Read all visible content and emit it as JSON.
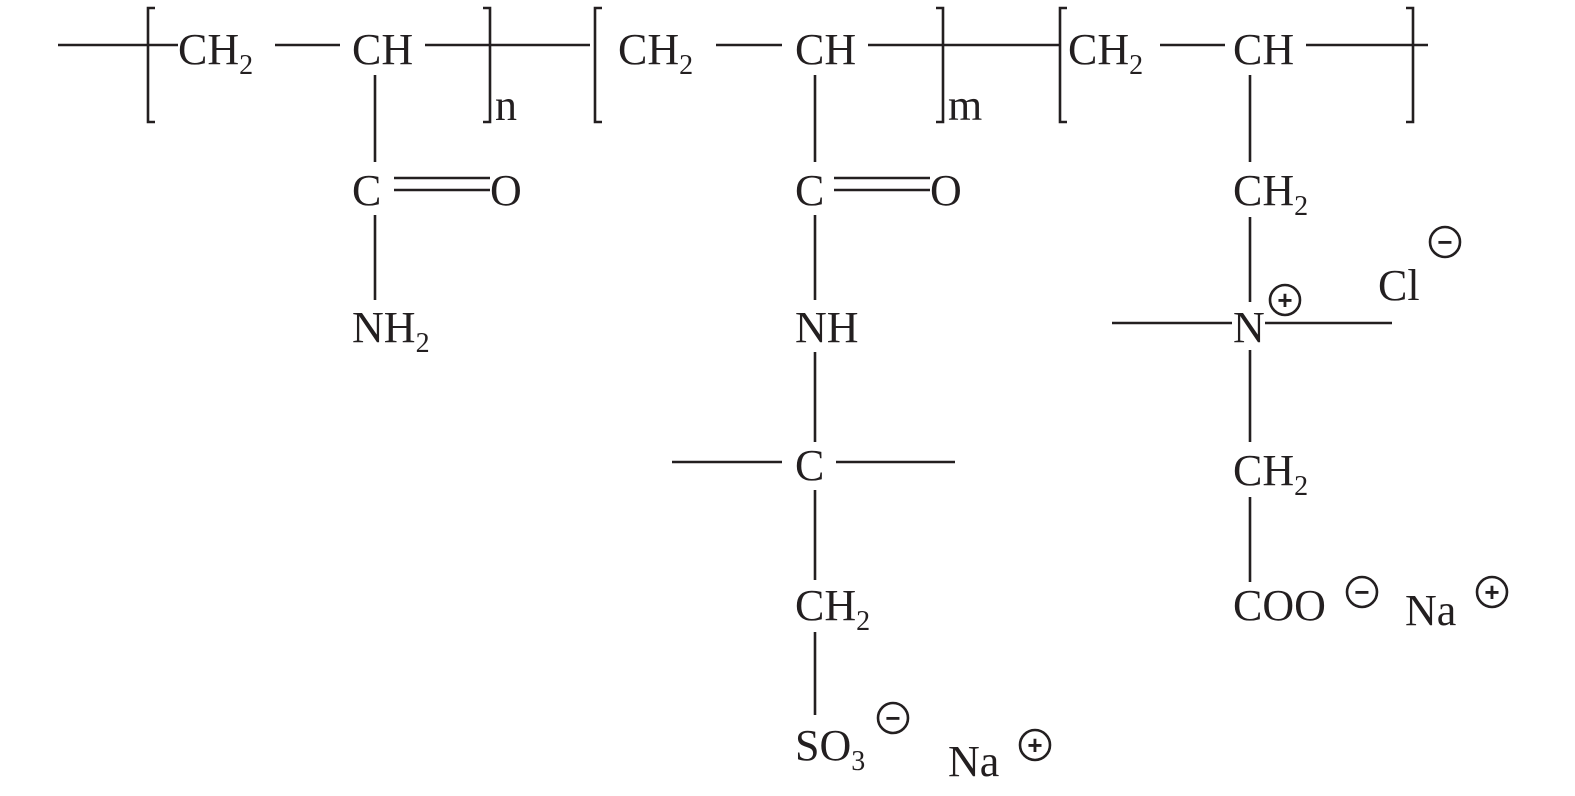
{
  "unit1": {
    "ch2": "CH",
    "ch2_sub": "2",
    "ch": "CH",
    "repeat": "n",
    "carbonyl_c": "C",
    "carbonyl_o": "O",
    "amine": "NH",
    "amine_sub": "2"
  },
  "unit2": {
    "ch2": "CH",
    "ch2_sub": "2",
    "ch": "CH",
    "repeat": "m",
    "carbonyl_c": "C",
    "carbonyl_o": "O",
    "amide": "NH",
    "quaternary_c": "C",
    "side_ch2": "CH",
    "side_ch2_sub": "2",
    "sulfonate": "SO",
    "sulfonate_sub": "3",
    "counterion": "Na",
    "minus": "−",
    "plus": "+"
  },
  "unit3": {
    "ch2": "CH",
    "ch2_sub": "2",
    "ch": "CH",
    "side_ch2a": "CH",
    "side_ch2a_sub": "2",
    "nitrogen": "N",
    "chloride": "Cl",
    "side_ch2b": "CH",
    "side_ch2b_sub": "2",
    "carboxylate": "COO",
    "counterion": "Na",
    "minus": "−",
    "plus": "+"
  }
}
